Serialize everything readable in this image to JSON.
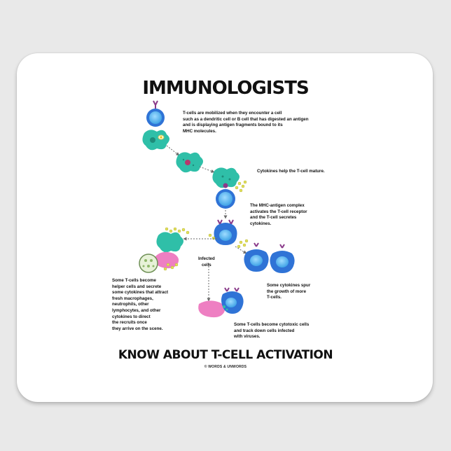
{
  "title": "IMMUNOLOGISTS",
  "subtitle": "KNOW ABOUT T-CELL ACTIVATION",
  "credit": "© WORDS & UNWORDS",
  "captions": {
    "mobilized": "T-cells are mobilized when they encounter a cell\nsuch as a dendritic cell or B cell that has digested an antigen\nand is displaying antigen fragments bound to its\nMHC molecules.",
    "cytokines_mature": "Cytokines help the T-cell mature.",
    "mhc_complex": "The MHC-antigen complex\nactivates the T-cell receptor\nand the T-cell secretes\ncytokines.",
    "infected": "Infected\ncells",
    "helper": "Some T-cells become\nhelper cells and secrete\nsome cytokines that attract\nfresh macrophages,\nneutrophils, other\nlymphocytes, and other\ncytokines to direct\nthe recruits once\nthey arrive on the scene.",
    "growth": "Some cytokines spur\nthe growth of more\nT-cells.",
    "cytotoxic": "Some T-cells become cytotoxic cells\nand track down cells infected\nwith viruses."
  },
  "colors": {
    "pad": "#ffffff",
    "background": "#e9e9e9",
    "tcell_outer": "#2f73d6",
    "tcell_inner": "#58b9ef",
    "dendritic": "#2fbfa8",
    "receptor": "#8a3a8a",
    "cytokine": "#e3e05a",
    "infected_cell": "#ee7fc2",
    "macrophage": "#9fcf8a",
    "arrow": "#6a6a6a"
  }
}
